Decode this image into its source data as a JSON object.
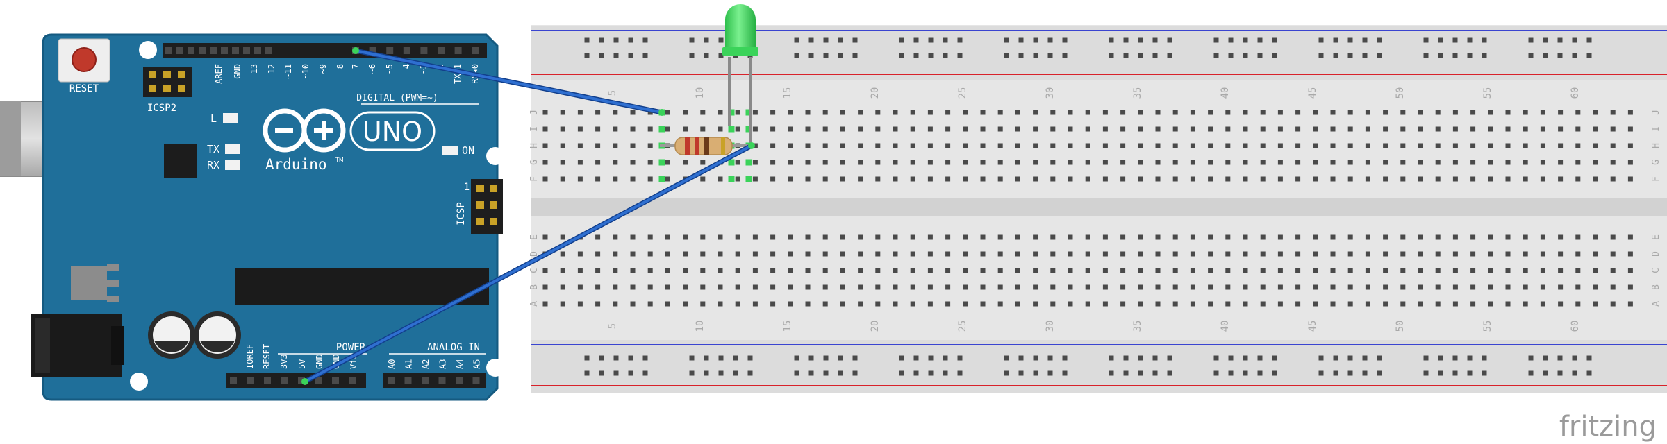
{
  "board": {
    "reset_label": "RESET",
    "icsp2_label": "ICSP2",
    "icsp_label": "ICSP",
    "icsp_pin1": "1",
    "digital_header": [
      "AREF",
      "GND",
      "13",
      "12",
      "~11",
      "~10",
      "~9",
      "8",
      "7",
      "~6",
      "~5",
      "4",
      "~3",
      "2",
      "TX▸1",
      "RX◂0"
    ],
    "digital_caption": "DIGITAL (PWM=~)",
    "led_l": "L",
    "led_tx": "TX",
    "led_rx": "RX",
    "led_on": "ON",
    "logo_uno": "UNO",
    "logo_arduino": "Arduino",
    "tm": "TM",
    "power_caption": "POWER",
    "analog_caption": "ANALOG IN",
    "power_pins": [
      "IOREF",
      "RESET",
      "3V3",
      "5V",
      "GND",
      "GND",
      "Vin"
    ],
    "analog_pins": [
      "A0",
      "A1",
      "A2",
      "A3",
      "A4",
      "A5"
    ]
  },
  "breadboard": {
    "column_numbers": [
      "5",
      "10",
      "15",
      "20",
      "25",
      "30",
      "35",
      "40",
      "45",
      "50",
      "55",
      "60"
    ],
    "row_letters_top": [
      "J",
      "I",
      "H",
      "G",
      "F"
    ],
    "row_letters_bottom": [
      "E",
      "D",
      "C",
      "B",
      "A"
    ]
  },
  "watermark": "fritzing",
  "colors": {
    "board": "#1f6f9a",
    "board_edge": "#155a80",
    "wire": "#2f6fd0",
    "led": "#39d65a",
    "rail_red": "#d8222a",
    "rail_blue": "#3a44d0",
    "breadboard": "#e6e6e6"
  }
}
